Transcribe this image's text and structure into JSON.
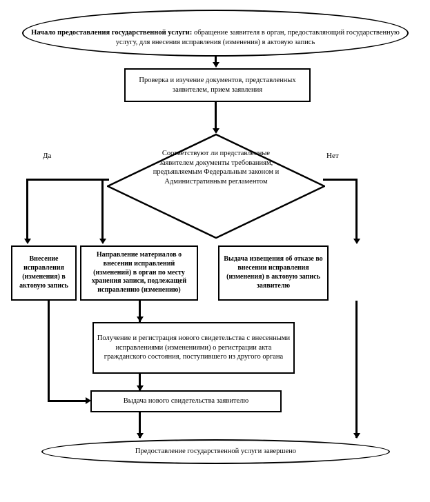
{
  "diagram": {
    "title": "Блок-схема предоставления государственной услуги",
    "nodes": {
      "start": {
        "type": "terminator",
        "text_bold": "Начало предоставления государственной услуги:",
        "text_rest": " обращение заявителя в орган, предоставляющий государственную услугу, для внесения исправления (изменения) в актовую запись"
      },
      "check_docs": {
        "type": "process",
        "text": "Проверка и изучение документов, представленных заявителем, прием заявления"
      },
      "decision": {
        "type": "decision",
        "text": "Соответствуют ли представленные заявителем документы требованиям, предъявляемым Федеральным законом и Административным регламентом"
      },
      "yes_branch_label": "Да",
      "no_branch_label": "Нет",
      "make_correction": {
        "type": "process",
        "text": "Внесение исправления (изменения) в актовую запись"
      },
      "send_materials": {
        "type": "process",
        "text": "Направление материалов о внесении исправлений (изменений) в орган по месту хранения записи, подлежащей исправлению (изменению)"
      },
      "refusal_notice": {
        "type": "process",
        "text": "Выдача извещения об отказе во внесении исправления (изменения) в актовую запись заявителю"
      },
      "receive_register": {
        "type": "process",
        "text": "Получение и регистрация нового свидетельства с внесенными исправлениями (изменениями) о регистрации акта гражданского состояния, поступившего из другого органа"
      },
      "issue_certificate": {
        "type": "process",
        "text": "Выдача нового свидетельства заявителю"
      },
      "end": {
        "type": "terminator",
        "text": "Предоставление государственной услуги завершено"
      }
    },
    "colors": {
      "stroke": "#000000",
      "fill": "#ffffff",
      "text": "#000000"
    }
  }
}
